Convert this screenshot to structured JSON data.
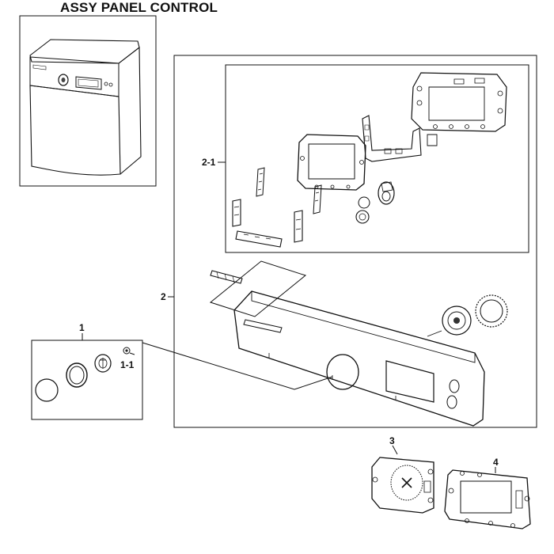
{
  "title": "ASSY PANEL CONTROL",
  "callouts": {
    "assy_2": "2",
    "assy_2_1": "2-1",
    "assy_1": "1",
    "assy_1_1": "1-1",
    "assy_3": "3",
    "assy_4": "4"
  }
}
